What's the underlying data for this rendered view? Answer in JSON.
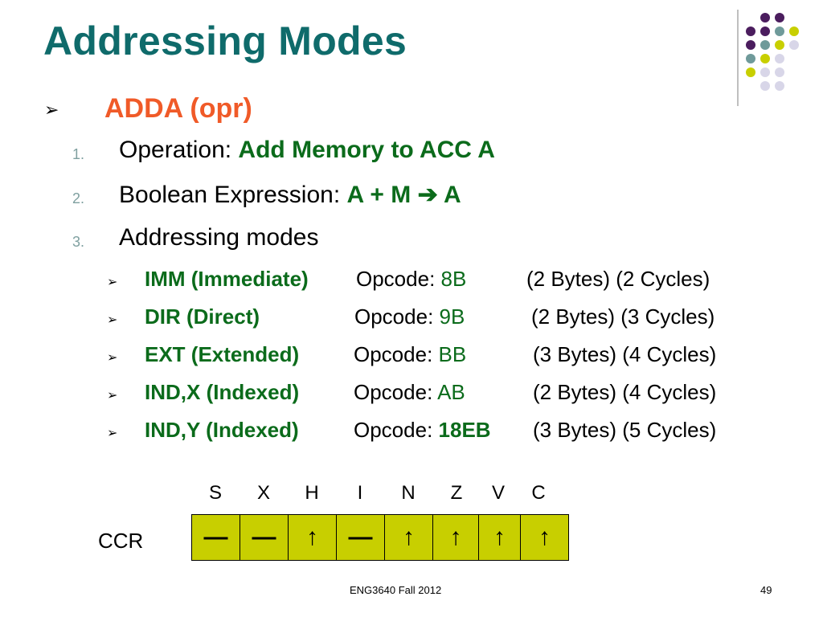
{
  "slide": {
    "title": "Addressing Modes",
    "bullet_arrow": "➢",
    "instruction": "ADDA (opr)",
    "items": [
      {
        "num": "1.",
        "label": "Operation: ",
        "value": "Add Memory to ACC A"
      },
      {
        "num": "2.",
        "label": "Boolean Expression: ",
        "value": "A + M ➔ A"
      },
      {
        "num": "3.",
        "label": "Addressing modes",
        "value": ""
      }
    ],
    "modes": [
      {
        "name": "IMM (Immediate)",
        "opcode_label": "Opcode:",
        "opcode": "8B",
        "opcode_bold": false,
        "info": "(2 Bytes) (2 Cycles)"
      },
      {
        "name": "DIR (Direct)",
        "opcode_label": "Opcode:",
        "opcode": "9B",
        "opcode_bold": false,
        "info": "(2 Bytes) (3 Cycles)"
      },
      {
        "name": "EXT (Extended)",
        "opcode_label": "Opcode:",
        "opcode": "BB",
        "opcode_bold": false,
        "info": "(3 Bytes) (4 Cycles)"
      },
      {
        "name": "IND,X (Indexed)",
        "opcode_label": "Opcode:",
        "opcode": "AB",
        "opcode_bold": false,
        "info": "(2 Bytes) (4 Cycles)"
      },
      {
        "name": "IND,Y (Indexed)",
        "opcode_label": "Opcode:",
        "opcode": "18EB",
        "opcode_bold": true,
        "info": "(3 Bytes) (5 Cycles)"
      }
    ]
  },
  "ccr": {
    "label": "CCR",
    "flags": [
      "S",
      "X",
      "H",
      "I",
      "N",
      "Z",
      "V",
      "C"
    ],
    "values": [
      "—",
      "—",
      "↑",
      "—",
      "↑",
      "↑",
      "↑",
      "↑"
    ]
  },
  "footer": {
    "course": "ENG3640 Fall 2012",
    "page": "49"
  },
  "colors": {
    "title": "#0f6b6b",
    "instruction": "#f05a28",
    "highlight": "#0b6b1b",
    "ccr_fill": "#c8cf00",
    "dot_purple": "#4b1d5e",
    "dot_teal": "#6f9a9a",
    "dot_yellow": "#c8cf00",
    "dot_lavender": "#d8d6e8"
  }
}
